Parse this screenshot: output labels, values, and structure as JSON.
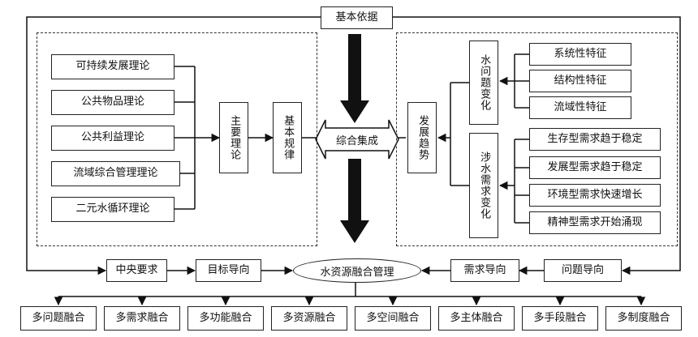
{
  "top": {
    "basis": "基本依据"
  },
  "left_panel": {
    "theories": [
      "可持续发展理论",
      "公共物品理论",
      "公共利益理论",
      "流域综合管理理论",
      "二元水循环理论"
    ],
    "main_theory": "主要理论",
    "basic_law": "基本规律"
  },
  "center": {
    "integration": "综合集成"
  },
  "right_panel": {
    "trend": "发展趋势",
    "water_issue_change": "水问题变化",
    "water_issue_features": [
      "系统性特征",
      "结构性特征",
      "流域性特征"
    ],
    "demand_change": "涉水需求变化",
    "demand_items": [
      "生存型需求趋于稳定",
      "发展型需求趋于稳定",
      "环境型需求快速增长",
      "精神型需求开始涌现"
    ]
  },
  "middle_row": {
    "central_requirement": "中央要求",
    "goal_orientation": "目标导向",
    "core": "水资源融合管理",
    "demand_orientation": "需求导向",
    "problem_orientation": "问题导向"
  },
  "bottom_row": [
    "多问题融合",
    "多需求融合",
    "多功能融合",
    "多资源融合",
    "多空间融合",
    "多主体融合",
    "多手段融合",
    "多制度融合"
  ]
}
